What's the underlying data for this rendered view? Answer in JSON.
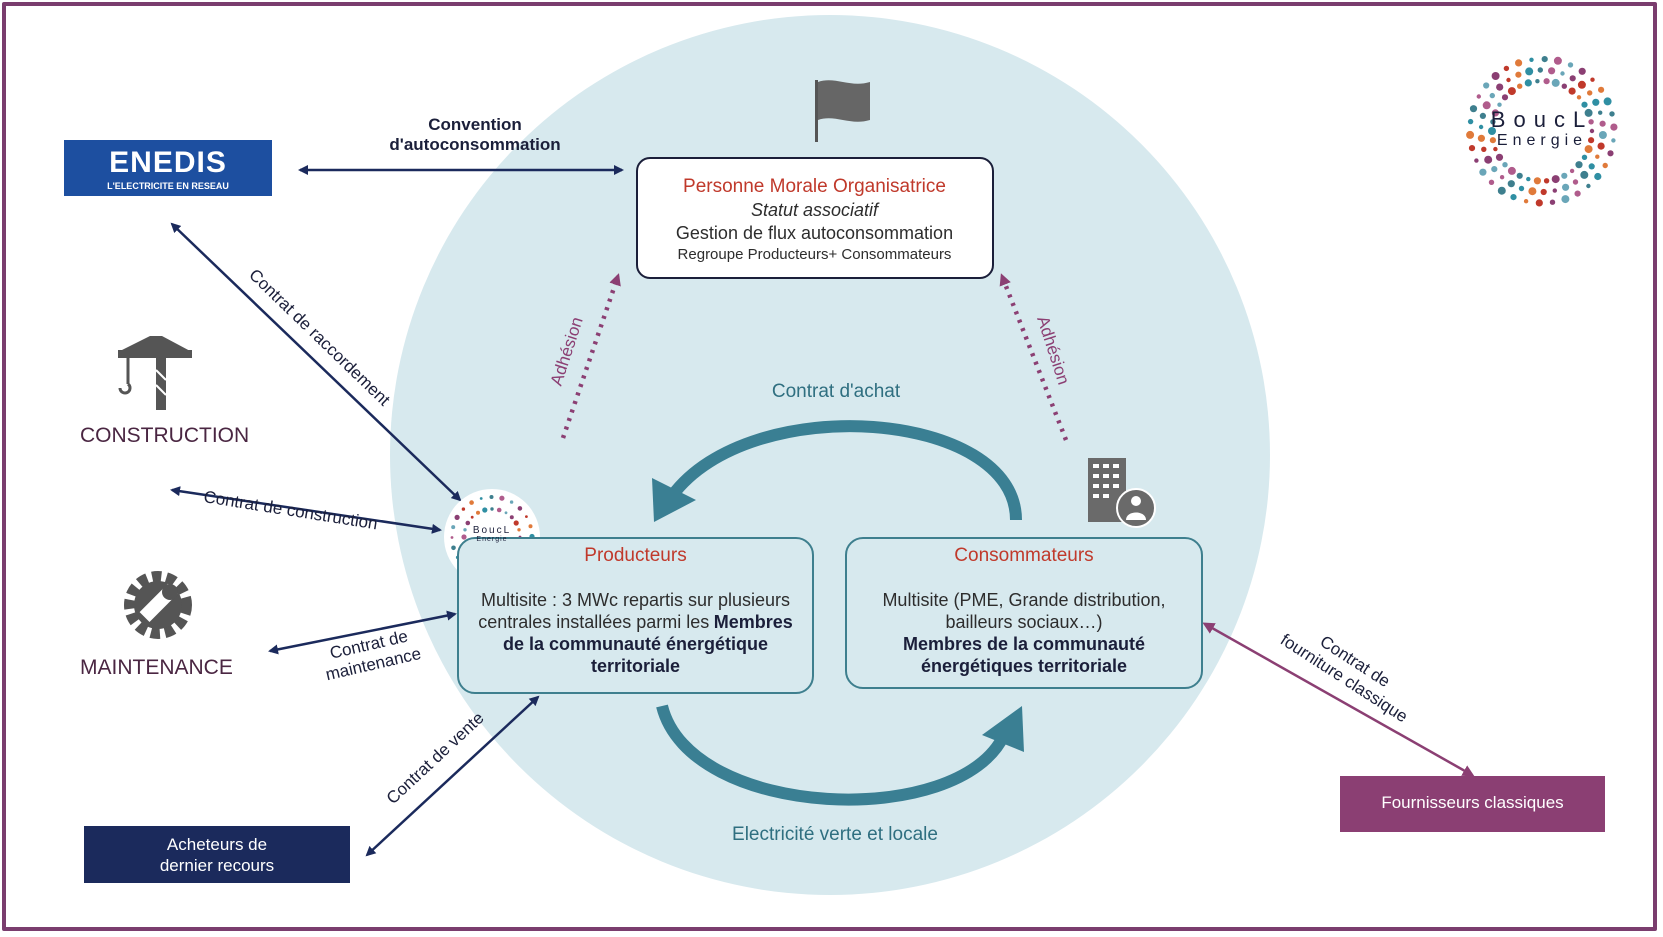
{
  "enedis": {
    "name": "ENEDIS",
    "tagline": "L'ELECTRICITE EN RESEAU"
  },
  "logo": {
    "line1": "BoucL",
    "line2": "Energie"
  },
  "labels": {
    "convention": "Convention\nd'autoconsommation",
    "raccordement": "Contrat de raccordement",
    "construction_contract": "Contrat de construction",
    "maintenance_contract": "Contrat de\nmaintenance",
    "vente": "Contrat de vente",
    "fourniture": "Contrat de\nfourniture classique",
    "achat": "Contrat d'achat",
    "electricite": "Electricité verte et locale",
    "adhesion_left": "Adhésion",
    "adhesion_right": "Adhésion"
  },
  "actors": {
    "construction": "CONSTRUCTION",
    "maintenance": "MAINTENANCE",
    "acheteurs": "Acheteurs de\ndernier recours",
    "fournisseurs": "Fournisseurs classiques"
  },
  "pmo": {
    "title": "Personne Morale Organisatrice",
    "status": "Statut associatif",
    "line1": "Gestion de flux autoconsommation",
    "line2": "Regroupe Producteurs+ Consommateurs"
  },
  "producteurs": {
    "title": "Producteurs",
    "text": "Multisite : 3 MWc repartis sur plusieurs centrales installées parmi les",
    "bold": "Membres de la communauté énergétique territoriale"
  },
  "consommateurs": {
    "title": "Consommateurs",
    "text": "Multisite (PME, Grande distribution, bailleurs sociaux…)",
    "bold": "Membres de la communauté énergétiques territoriale"
  },
  "colors": {
    "frame": "#7a3d6e",
    "circle": "#d7e9ee",
    "navy": "#1b2a5c",
    "plum": "#8b3f73",
    "teal": "#3e7f8e",
    "enedis": "#1d4fa0"
  }
}
